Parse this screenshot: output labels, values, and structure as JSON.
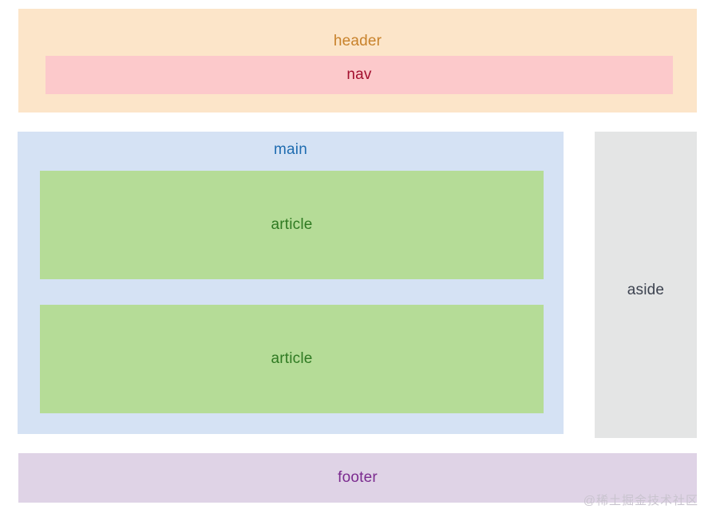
{
  "diagram": {
    "type": "html5-semantic-layout",
    "background_color": "#ffffff",
    "regions": {
      "header": {
        "label": "header",
        "fill_color": "#fce5c9",
        "text_color": "#c8822b"
      },
      "nav": {
        "label": "nav",
        "fill_color": "#fcc9cb",
        "text_color": "#a3102f"
      },
      "main": {
        "label": "main",
        "fill_color": "#d5e2f4",
        "text_color": "#1f6cb0"
      },
      "article_top": {
        "label": "article",
        "fill_color": "#b5dc97",
        "text_color": "#2f7a22"
      },
      "article_bottom": {
        "label": "article",
        "fill_color": "#b5dc97",
        "text_color": "#2f7a22"
      },
      "aside": {
        "label": "aside",
        "fill_color": "#e4e5e5",
        "text_color": "#3d4350"
      },
      "footer": {
        "label": "footer",
        "fill_color": "#dfd3e6",
        "text_color": "#7b2b8f"
      }
    },
    "watermark": {
      "text": "@稀土掘金技术社区",
      "color": "#c9c4cf"
    }
  }
}
